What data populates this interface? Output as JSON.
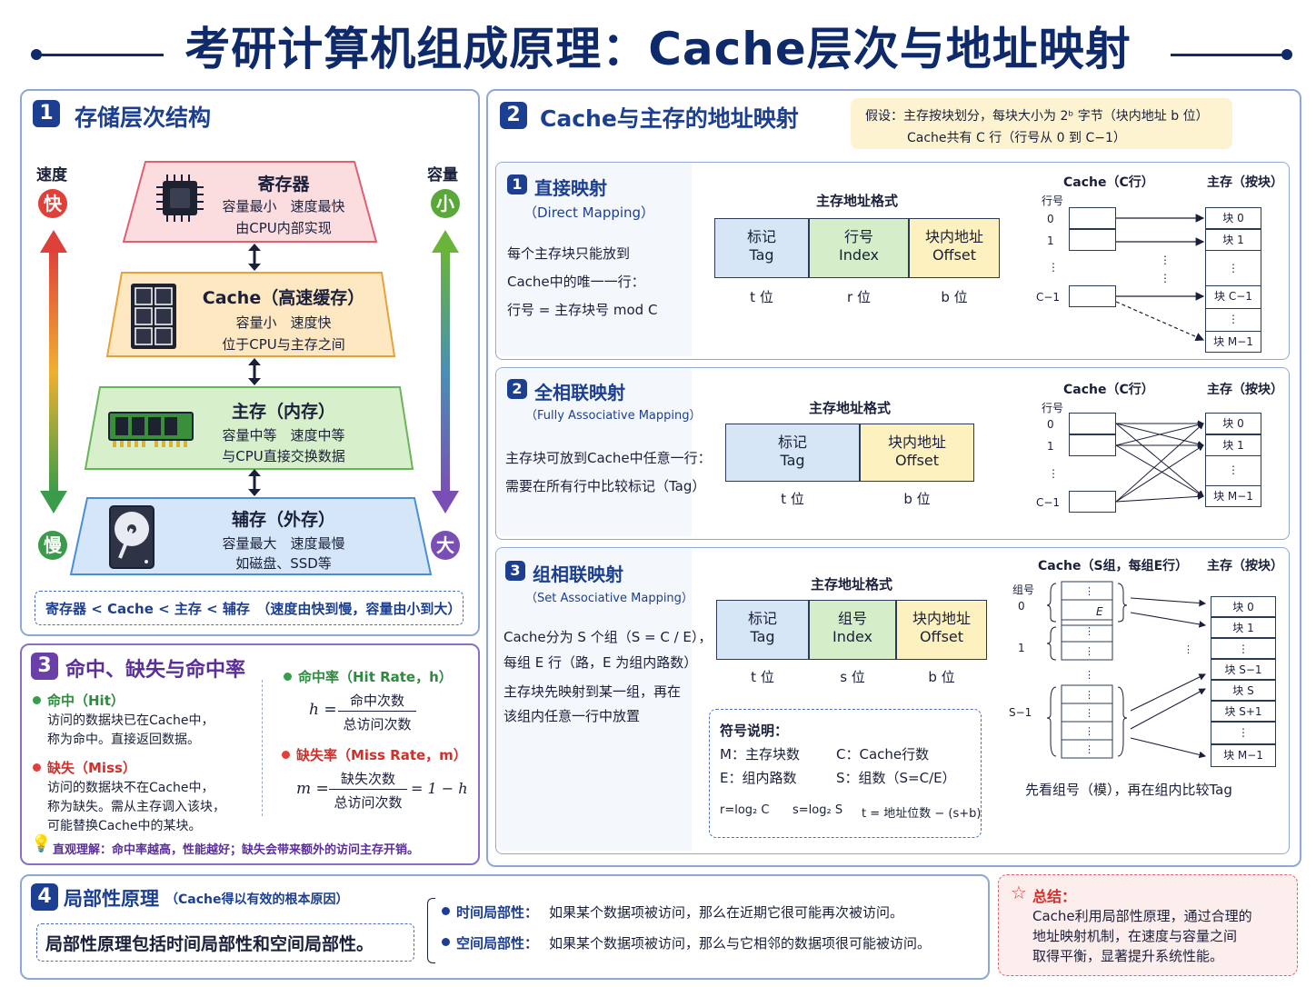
{
  "title": "考研计算机组成原理：Cache层次与地址映射",
  "colors": {
    "navy": "#0f2a6b",
    "accent": "#1c3f91",
    "fast": "#e0403a",
    "slow": "#3a9c4a",
    "purple": "#7a4fb5"
  },
  "s1": {
    "num": "1",
    "title": "存储层次结构",
    "speed_label": "速度",
    "speed_fast": "快",
    "speed_slow": "慢",
    "cap_label": "容量",
    "cap_small": "小",
    "cap_big": "大",
    "levels": [
      {
        "name": "寄存器",
        "l1": "容量最小　速度最快",
        "l2": "由CPU内部实现",
        "icon": "cpu-chip-icon"
      },
      {
        "name": "Cache（高速缓存）",
        "l1": "容量小　速度快",
        "l2": "位于CPU与主存之间",
        "icon": "cache-grid-icon"
      },
      {
        "name": "主存（内存）",
        "l1": "容量中等　速度中等",
        "l2": "与CPU直接交换数据",
        "icon": "ram-module-icon"
      },
      {
        "name": "辅存（外存）",
        "l1": "容量最大　速度最慢",
        "l2": "如磁盘、SSD等",
        "icon": "hard-disk-icon"
      }
    ],
    "summary": "寄存器 < Cache < 主存 < 辅存　（速度由快到慢，容量由小到大）"
  },
  "s2": {
    "num": "2",
    "title": "Cache与主存的地址映射",
    "assume_l1": "假设：主存按块划分，每块大小为 2ᵇ 字节（块内地址 b 位）",
    "assume_l2": "Cache共有 C 行（行号从 0 到 C−1）",
    "m1": {
      "num": "1",
      "title": "直接映射",
      "en": "（Direct Mapping）",
      "d1": "每个主存块只能放到",
      "d2": "Cache中的唯一一行：",
      "d3": "行号 = 主存块号 mod C",
      "fmt": "主存地址格式",
      "f": [
        {
          "a": "标记",
          "b": "Tag",
          "bits": "t 位"
        },
        {
          "a": "行号",
          "b": "Index",
          "bits": "r 位"
        },
        {
          "a": "块内地址",
          "b": "Offset",
          "bits": "b 位"
        }
      ],
      "cache_label": "Cache（C行）",
      "mem_label": "主存（按块）",
      "row_label": "行号",
      "rows": [
        "0",
        "1",
        "⋮",
        "C−1"
      ],
      "blocks": [
        "块 0",
        "块 1",
        "⋮",
        "块 C−1",
        "⋮",
        "块 M−1"
      ]
    },
    "m2": {
      "num": "2",
      "title": "全相联映射",
      "en": "（Fully Associative Mapping）",
      "d1": "主存块可放到Cache中任意一行：",
      "d2": "需要在所有行中比较标记（Tag）",
      "fmt": "主存地址格式",
      "f": [
        {
          "a": "标记",
          "b": "Tag",
          "bits": "t 位"
        },
        {
          "a": "块内地址",
          "b": "Offset",
          "bits": "b 位"
        }
      ],
      "cache_label": "Cache（C行）",
      "mem_label": "主存（按块）",
      "row_label": "行号",
      "rows": [
        "0",
        "1",
        "⋮",
        "C−1"
      ],
      "blocks": [
        "块 0",
        "块 1",
        "⋮",
        "块 M−1"
      ]
    },
    "m3": {
      "num": "3",
      "title": "组相联映射",
      "en": "（Set Associative Mapping）",
      "d1": "Cache分为 S 个组（S = C / E），",
      "d2": "每组 E 行（路，E 为组内路数）",
      "d3": "主存块先映射到某一组，再在",
      "d4": "该组内任意一行中放置",
      "fmt": "主存地址格式",
      "f": [
        {
          "a": "标记",
          "b": "Tag",
          "bits": "t 位"
        },
        {
          "a": "组号",
          "b": "Index",
          "bits": "s 位"
        },
        {
          "a": "块内地址",
          "b": "Offset",
          "bits": "b 位"
        }
      ],
      "cache_label": "Cache（S组，每组E行）",
      "mem_label": "主存（按块）",
      "set_label": "组号",
      "sets": [
        "0",
        "1",
        "S−1"
      ],
      "e_label": "E",
      "blocks": [
        "块 0",
        "块 1",
        "⋮",
        "块 S−1",
        "块 S",
        "块 S+1",
        "⋮",
        "块 M−1"
      ],
      "note": "先看组号（模），再在组内比较Tag",
      "sym_title": "符号说明：",
      "sym": [
        "M：主存块数",
        "C：Cache行数",
        "E：组内路数",
        "S：组数（S=C/E）"
      ],
      "formulas": [
        "r=log₂ C",
        "s=log₂ S",
        "t = 地址位数 − (s+b)"
      ]
    }
  },
  "s3": {
    "num": "3",
    "title": "命中、缺失与命中率",
    "hit_t": "命中（Hit）",
    "hit_d1": "访问的数据块已在Cache中，",
    "hit_d2": "称为命中。直接返回数据。",
    "miss_t": "缺失（Miss）",
    "miss_d1": "访问的数据块不在Cache中，",
    "miss_d2": "称为缺失。需从主存调入该块，",
    "miss_d3": "可能替换Cache中的某块。",
    "hr_t": "命中率（Hit Rate，h）",
    "hr_lhs": "h =",
    "hr_num": "命中次数",
    "hr_den": "总访问次数",
    "mr_t": "缺失率（Miss Rate，m）",
    "mr_lhs": "m =",
    "mr_num": "缺失次数",
    "mr_den": "总访问次数",
    "mr_rhs": "= 1 − h",
    "tip": "直观理解：命中率越高，性能越好；缺失会带来额外的访问主存开销。"
  },
  "s4": {
    "num": "4",
    "title": "局部性原理",
    "title_note": "（Cache得以有效的根本原因）",
    "boxed": "局部性原理包括时间局部性和空间局部性。",
    "t_label": "时间局部性：",
    "t_text": "如果某个数据项被访问，那么在近期它很可能再次被访问。",
    "s_label": "空间局部性：",
    "s_text": "如果某个数据项被访问，那么与它相邻的数据项很可能被访问。"
  },
  "summary": {
    "title": "总结：",
    "l1": "Cache利用局部性原理，通过合理的",
    "l2": "地址映射机制，在速度与容量之间",
    "l3": "取得平衡，显著提升系统性能。"
  }
}
